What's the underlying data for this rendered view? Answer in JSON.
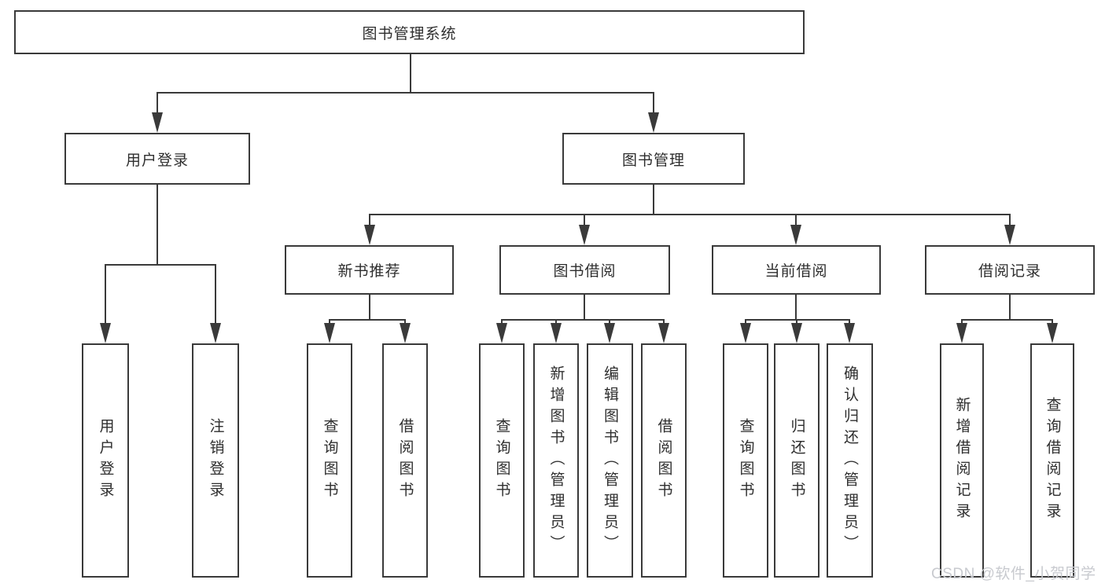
{
  "diagram": {
    "root": {
      "label": "图书管理系统"
    },
    "branches": [
      {
        "label": "用户登录",
        "children": [
          {
            "label": "用户登录"
          },
          {
            "label": "注销登录"
          }
        ]
      },
      {
        "label": "图书管理",
        "sections": [
          {
            "label": "新书推荐",
            "children": [
              {
                "label": "查询图书"
              },
              {
                "label": "借阅图书"
              }
            ]
          },
          {
            "label": "图书借阅",
            "children": [
              {
                "label": "查询图书"
              },
              {
                "label": "新增图书（管理员）"
              },
              {
                "label": "编辑图书（管理员）"
              },
              {
                "label": "借阅图书"
              }
            ]
          },
          {
            "label": "当前借阅",
            "children": [
              {
                "label": "查询图书"
              },
              {
                "label": "归还图书"
              },
              {
                "label": "确认归还（管理员）"
              }
            ]
          },
          {
            "label": "借阅记录",
            "children": [
              {
                "label": "新增借阅记录"
              },
              {
                "label": "查询借阅记录"
              }
            ]
          }
        ]
      }
    ]
  },
  "watermark": {
    "text": "CSDN @软件_小贺同学"
  }
}
